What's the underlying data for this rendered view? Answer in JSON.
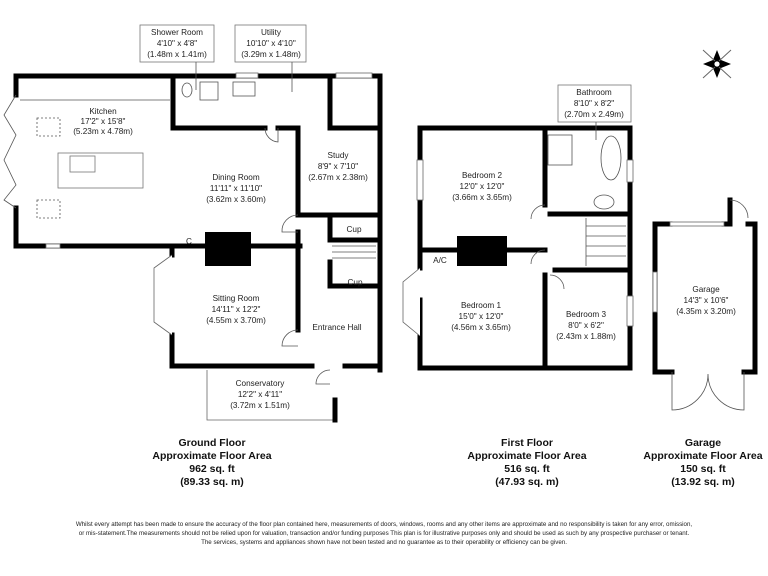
{
  "ground_floor": {
    "rooms": {
      "kitchen": {
        "name": "Kitchen",
        "imperial": "17'2\" x 15'8\"",
        "metric": "(5.23m x 4.78m)"
      },
      "shower_room": {
        "name": "Shower Room",
        "imperial": "4'10\" x 4'8\"",
        "metric": "(1.48m x 1.41m)"
      },
      "utility": {
        "name": "Utility",
        "imperial": "10'10\" x 4'10\"",
        "metric": "(3.29m x 1.48m)"
      },
      "dining_room": {
        "name": "Dining Room",
        "imperial": "11'11\" x 11'10\"",
        "metric": "(3.62m x 3.60m)"
      },
      "study": {
        "name": "Study",
        "imperial": "8'9\" x 7'10\"",
        "metric": "(2.67m x 2.38m)"
      },
      "sitting_room": {
        "name": "Sitting Room",
        "imperial": "14'11\" x 12'2\"",
        "metric": "(4.55m x 3.70m)"
      },
      "entrance_hall": {
        "name": "Entrance Hall"
      },
      "conservatory": {
        "name": "Conservatory",
        "imperial": "12'2\" x  4'11\"",
        "metric": "(3.72m x 1.51m)"
      },
      "cup1": {
        "name": "Cup"
      },
      "cup2": {
        "name": "Cup"
      },
      "c": {
        "name": "C"
      }
    },
    "caption": {
      "title": "Ground Floor",
      "subtitle": "Approximate Floor Area",
      "sqft": "962 sq. ft",
      "sqm": "(89.33 sq. m)"
    }
  },
  "first_floor": {
    "rooms": {
      "bedroom2": {
        "name": "Bedroom 2",
        "imperial": "12'0\" x 12'0\"",
        "metric": "(3.66m x 3.65m)"
      },
      "bathroom": {
        "name": "Bathroom",
        "imperial": "8'10\" x 8'2\"",
        "metric": "(2.70m x 2.49m)"
      },
      "bedroom1": {
        "name": "Bedroom 1",
        "imperial": "15'0\" x 12'0\"",
        "metric": "(4.56m x 3.65m)"
      },
      "bedroom3": {
        "name": "Bedroom 3",
        "imperial": "8'0\" x 6'2\"",
        "metric": "(2.43m x 1.88m)"
      },
      "ac": {
        "name": "A/C"
      }
    },
    "caption": {
      "title": "First Floor",
      "subtitle": "Approximate Floor Area",
      "sqft": "516 sq. ft",
      "sqm": "(47.93 sq. m)"
    }
  },
  "garage": {
    "room": {
      "name": "Garage",
      "imperial": "14'3\" x 10'6\"",
      "metric": "(4.35m x 3.20m)"
    },
    "caption": {
      "title": "Garage",
      "subtitle": "Approximate Floor Area",
      "sqft": "150 sq. ft",
      "sqm": "(13.92 sq. m)"
    }
  },
  "compass": {
    "icon": "compass-rose-icon"
  },
  "disclaimer": [
    "Whilst every attempt has been made to ensure the accuracy of the floor plan contained here, measurements of doors, windows, rooms and any other items are approximate and no responsibility is taken for any error, omission,",
    "or mis-statement.The measurements should not be relied upon for valuation, transaction and/or funding purposes This plan is for illustrative purposes only and should be used as such by any prospective purchaser or tenant.",
    "The services, systems and appliances shown have not been tested and no guarantee as to their operability or efficiency can be given."
  ]
}
